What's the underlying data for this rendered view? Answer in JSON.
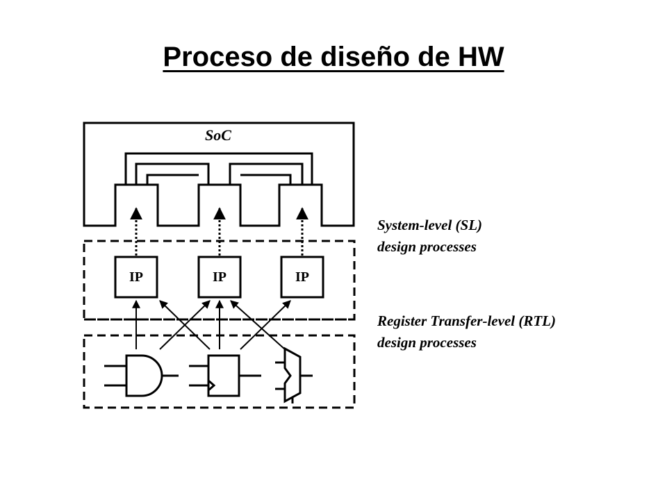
{
  "slide": {
    "title": "Proceso de diseño de HW"
  },
  "diagram": {
    "soc_label": "SoC",
    "ip_labels": [
      "IP",
      "IP",
      "IP"
    ],
    "sl_label": [
      "System-level (SL)",
      "design processes"
    ],
    "rtl_label": [
      "Register Transfer-level (RTL)",
      "design processes"
    ]
  }
}
